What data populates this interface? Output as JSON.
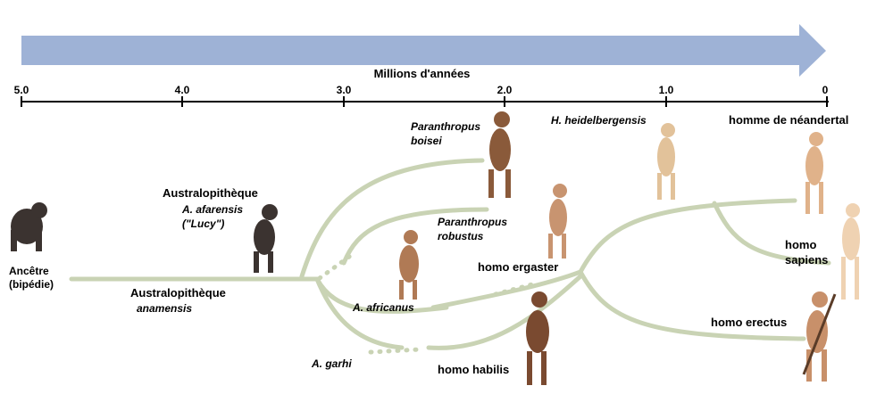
{
  "axis": {
    "title": "Millions d'années",
    "ticks": [
      "5.0",
      "4.0",
      "3.0",
      "2.0",
      "1.0",
      "0"
    ]
  },
  "labels": {
    "ancestor": [
      "Ancêtre",
      "(bipédie)"
    ],
    "australo_anamensis": [
      "Australopithèque",
      "anamensis"
    ],
    "australo_afarensis": [
      "Australopithèque",
      "A. afarensis",
      "(\"Lucy\")"
    ],
    "paranthropus_boisei": [
      "Paranthropus",
      "boisei"
    ],
    "paranthropus_robustus": [
      "Paranthropus",
      "robustus"
    ],
    "h_heidelbergensis": "H. heidelbergensis",
    "neandertal": "homme de néandertal",
    "homo_sapiens": [
      "homo",
      "sapiens"
    ],
    "homo_ergaster": "homo ergaster",
    "a_africanus": "A. africanus",
    "a_garhi": "A. garhi",
    "homo_habilis": "homo habilis",
    "homo_erectus": "homo erectus"
  },
  "colors": {
    "arrow": "#9eb2d6",
    "branch": "#c9d3b4",
    "axis": "#000000",
    "figure": "#8a5a3a",
    "figure_light": "#e2c29a"
  }
}
